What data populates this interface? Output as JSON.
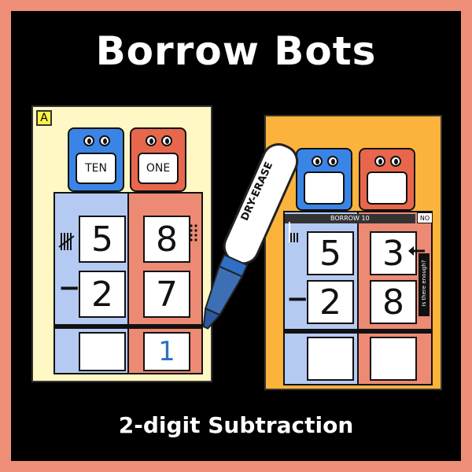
{
  "title": "Borrow Bots",
  "subtitle": "2-digit Subtraction",
  "card_a": {
    "letter": "A",
    "ten_label": "TEN",
    "one_label": "ONE",
    "top_tens": "5",
    "top_ones": "8",
    "bottom_tens": "2",
    "bottom_ones": "7",
    "minus": "−",
    "answer_ones": "1"
  },
  "card_b": {
    "borrow_label": "BORROW 10",
    "no_label": "NO",
    "top_tens": "5",
    "top_ones": "3",
    "bottom_tens": "2",
    "bottom_ones": "8",
    "minus": "−",
    "question": "Is there enough?"
  },
  "marker": {
    "label": "DRY-ERASE"
  },
  "colors": {
    "border": "#ef8f78",
    "blue": "#3a84e6",
    "orange": "#e8664c",
    "light_blue": "#b5caf2",
    "salmon": "#ec8a73",
    "card_a_bg": "#fff8c4",
    "card_b_bg": "#fbb33c"
  }
}
